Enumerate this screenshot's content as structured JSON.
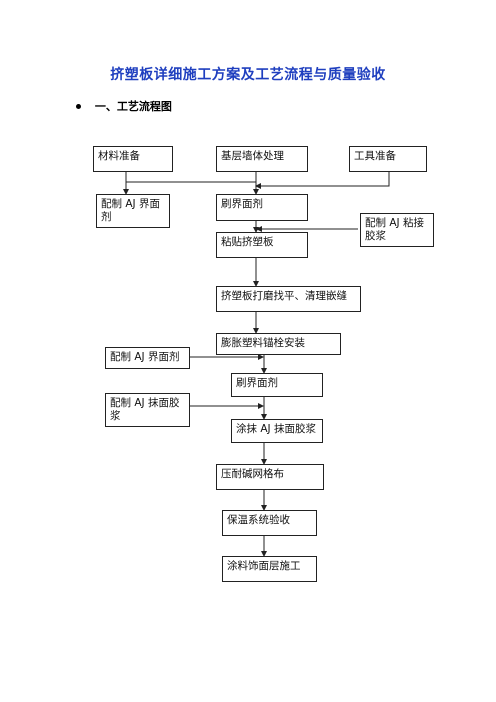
{
  "document": {
    "title": "挤塑板详细施工方案及工艺流程与质量验收",
    "section_heading": "一、工艺流程图"
  },
  "flowchart": {
    "nodes": {
      "materials": "材料准备",
      "base_wall": "基层墙体处理",
      "tools": "工具准备",
      "mix_interface_1": "配制 AJ 界面剂",
      "brush_interface_1": "刷界面剂",
      "mix_bonding": "配制 AJ 粘接胶浆",
      "paste_xps": "粘贴挤塑板",
      "sand_level": "挤塑板打磨找平、清理嵌缝",
      "anchor_install": "膨胀塑料锚栓安装",
      "mix_interface_2": "配制 AJ 界面剂",
      "brush_interface_2": "刷界面剂",
      "mix_plaster": "配制 AJ 抹面胶浆",
      "apply_plaster": "涂抹 AJ 抹面胶浆",
      "press_mesh": "压耐碱网格布",
      "insulation_check": "保温系统验收",
      "coating": "涂料饰面层施工"
    }
  }
}
